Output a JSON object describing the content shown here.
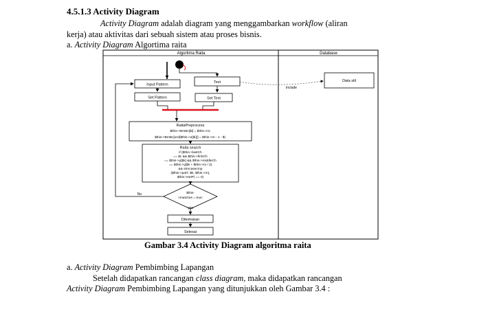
{
  "section_heading": "4.5.1.3 Activity Diagram",
  "intro": {
    "line1_term": "Activity Diagram",
    "line1_rest": "adalah diagram yang menggambarkan",
    "line1_term2": "workflow",
    "line1_end": "(aliran",
    "line2": "kerja) atau aktivitas dari sebuah sistem atau proses bisnis."
  },
  "item_a1": {
    "prefix": "a.",
    "term": "Activity Diagram",
    "rest": "Algortima raita"
  },
  "diagram": {
    "lane_left_title": "Algortima Raita",
    "lane_right_title": "Database",
    "nodes": {
      "input_pattern": "Input Pattern",
      "text": "Text",
      "set_pattern": "Set Pattern",
      "set_text": "Set Text",
      "data_stil": "Data stil",
      "include_label": "include",
      "raita_preprocess": "RaitaPreprocess",
      "preprocess_code1": "$this->BmBc[$i] = $this->m;",
      "preprocess_code2": "$this->BmBc[ord($this->x[$i])] = $this->m - 1 - $i;",
      "raita_search": "Raita search",
      "search_code": [
        "if ($this->lastCh",
        "== $c && $this->firstCh",
        "== $this->y[$k] && $this->middleCh",
        "== $this->y[$k + $this->m / 2]",
        "&& strncasecmp",
        "($this->patT, $k, $this->m),",
        "$this->setP) == 0)"
      ],
      "decision_code": [
        "$this-",
        ">matches = true;"
      ],
      "no_label": "No",
      "yes_label": "yes",
      "ditemukan": "Ditemukan",
      "selesai": "Selesai"
    }
  },
  "caption": "Gambar 3.4 Activity Diagram algoritma raita",
  "item_a2": {
    "prefix": "a.",
    "term": "Activity Diagram",
    "rest": "Pembimbing Lapangan"
  },
  "para2": {
    "l1_start": "Setelah didapatkan rancangan",
    "l1_term": "class diagram,",
    "l1_end": "maka didapatkan rancangan",
    "l2_term": "Activity Diagram",
    "l2_rest": "Pembimbing Lapangan yang ditunjukkan oleh Gambar 3.4 :"
  },
  "colors": {
    "sync_bar": "#d9141b",
    "line": "#000000",
    "dashed": "#555555"
  }
}
